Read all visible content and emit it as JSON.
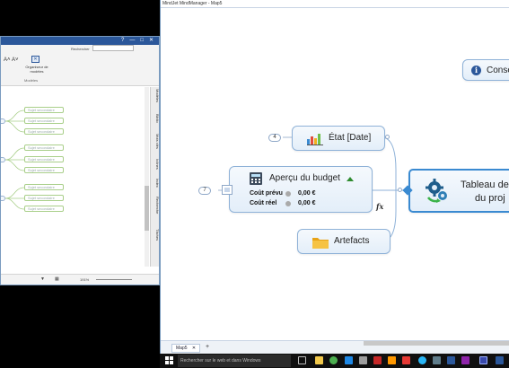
{
  "left_window": {
    "title_controls": [
      "?",
      "—",
      "□",
      "✕"
    ],
    "search_label": "Rechercher",
    "search_value": "",
    "font_buttons": [
      "A˄",
      "A˅"
    ],
    "organizer_label": "Organiseur de modèles",
    "group_label": "Modèles",
    "sub_topic_label": "Sujet secondaire",
    "side_tabs": [
      "Modèles",
      "Biblio",
      "Mots clés",
      "Icônes",
      "Index",
      "Recherche",
      "Tâches"
    ],
    "zoom_level": "191%"
  },
  "main_window": {
    "title": "MindJet MindManager - Map5",
    "topics": {
      "central_line1": "Tableau de",
      "central_line2": "du proj",
      "conseil": "Conse",
      "etat": "État [Date]",
      "budget": "Aperçu du budget",
      "budget_rows": [
        {
          "label": "Coût prévu",
          "value": "0,00 €"
        },
        {
          "label": "Coût réel",
          "value": "0,00 €"
        }
      ],
      "artefacts": "Artefacts"
    },
    "badges": {
      "etat": "4",
      "budget": "7"
    },
    "formula_marker": "fx",
    "tab_label": "Map5"
  },
  "taskbar": {
    "search_placeholder": "Rechercher sur le web et dans Windows"
  },
  "colors": {
    "accent": "#2b579a",
    "topic_border": "#8fb2d8",
    "central_border": "#3a8ad1",
    "taskbar": "#101010",
    "subtopic_border": "#a9cf8a"
  }
}
